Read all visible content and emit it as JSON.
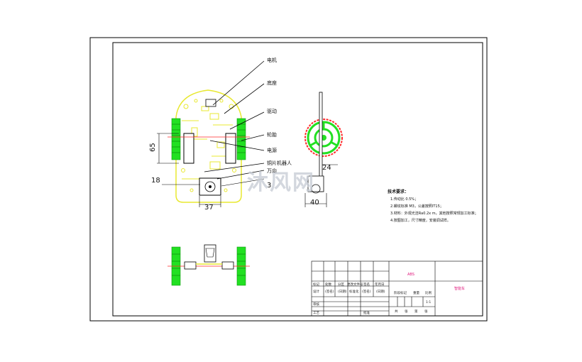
{
  "labels": {
    "motor": "电机",
    "base": "底座",
    "drive": "驱动",
    "wheel": "轮胎",
    "power": "电源",
    "copper": "铜片机器人",
    "sensor": "万向"
  },
  "dimensions": {
    "d65": "65",
    "d18": "18",
    "d37": "37",
    "d24": "24",
    "d40": "40",
    "d3": "3"
  },
  "notes": {
    "title": "技术要求：",
    "items": [
      "1.传动比 0.5%；",
      "2.螺纹标准 M3，公差按照IT15；",
      "3.材料：外观光洁Ra0.2x m，其他按照常规加工标准；",
      "4.按图加工，尺寸精度，安装调试样。"
    ]
  },
  "title_block": {
    "material": "ABS",
    "drawing_name": "智能车",
    "scale": "1:1",
    "row1": [
      "标记",
      "处数",
      "分区",
      "更改文件号",
      "签名",
      "年月日"
    ],
    "row2": [
      "设计",
      "(签名)",
      "(日期)",
      "标准化",
      "(签名)",
      "(日期)"
    ],
    "row3": "审核",
    "row4": "工艺",
    "approve": "批准",
    "stage": "阶段标记",
    "weight": "重量",
    "ratio": "比例",
    "sheets": [
      "共",
      "张",
      "第",
      "张"
    ]
  },
  "watermark": "沐风网",
  "colors": {
    "wheel": "#22e022",
    "chassis": "#e8e830",
    "axle": "#ff2a2a",
    "lines": "#000000"
  }
}
